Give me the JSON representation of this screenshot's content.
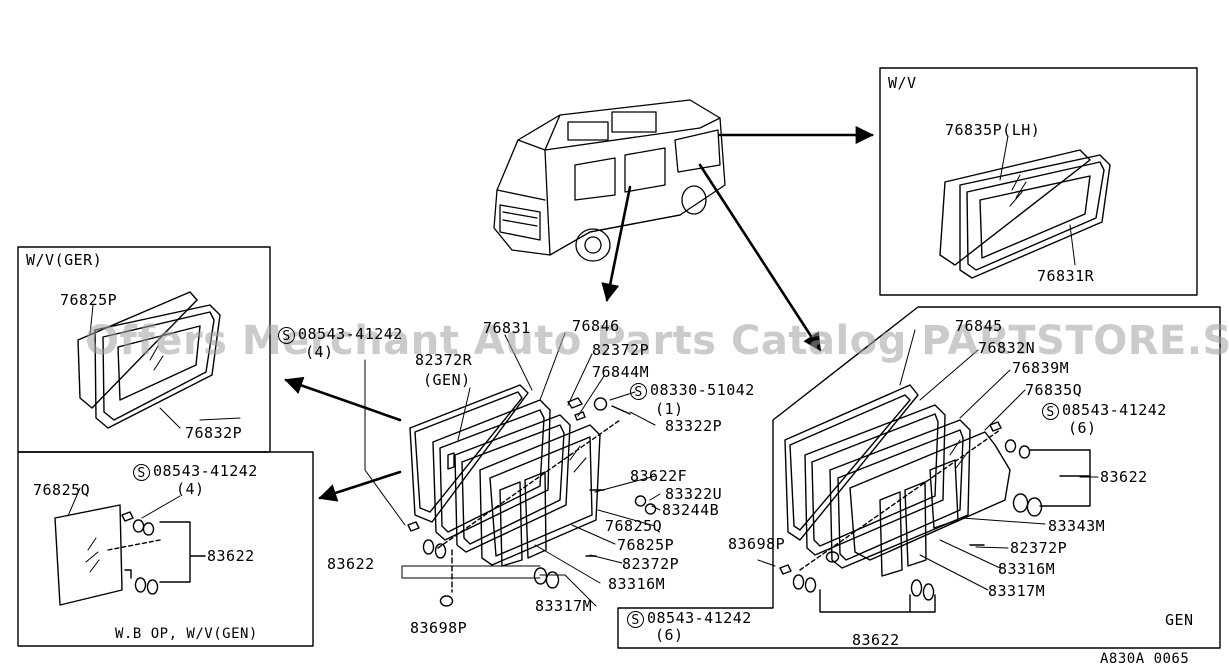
{
  "boxes": {
    "wv_top_right": "W/V",
    "wv_ger": "W/V(GER)",
    "wb_wv_gen": "W.B OP, W/V(GEN)",
    "gen": "GEN"
  },
  "parts": {
    "p76835P_LH": "76835P(LH)",
    "p76831R": "76831R",
    "p76825P_a": "76825P",
    "p76832P": "76832P",
    "p08543_a": "08543-41242",
    "p08543_a_qty": "(4)",
    "p76831_mid": "76831",
    "p76846": "76846",
    "p82372R": "82372R",
    "p82372R_gen": "(GEN)",
    "p82372P_a": "82372P",
    "p76844M": "76844M",
    "p08330": "08330-51042",
    "p08330_qty": "(1)",
    "p83322P": "83322P",
    "p83622F": "83622F",
    "p83322U": "83322U",
    "p83244B": "83244B",
    "p76825Q_a": "76825Q",
    "p76825P_b": "76825P",
    "p82372P_b": "82372P",
    "p83316M_a": "83316M",
    "p83317M_a": "83317M",
    "p83622_a": "83622",
    "p83698P_a": "83698P",
    "p76825Q_b": "76825Q",
    "p08543_b": "08543-41242",
    "p08543_b_qty": "(4)",
    "p83622_b": "83622",
    "p76845": "76845",
    "p76832N": "76832N",
    "p76839M": "76839M",
    "p76835Q": "76835Q",
    "p08543_c": "08543-41242",
    "p08543_c_qty": "(6)",
    "p83622_c": "83622",
    "p83343M": "83343M",
    "p83698P_b": "83698P",
    "p82372P_c": "82372P",
    "p83316M_b": "83316M",
    "p83317M_b": "83317M",
    "p08543_d": "08543-41242",
    "p08543_d_qty": "(6)",
    "p83622_d": "83622"
  },
  "screw_symbol": "S",
  "figure_code": "A830A 0065",
  "watermark": "Offers Merchant Auto Parts Catalog PARTSTORE.SA"
}
